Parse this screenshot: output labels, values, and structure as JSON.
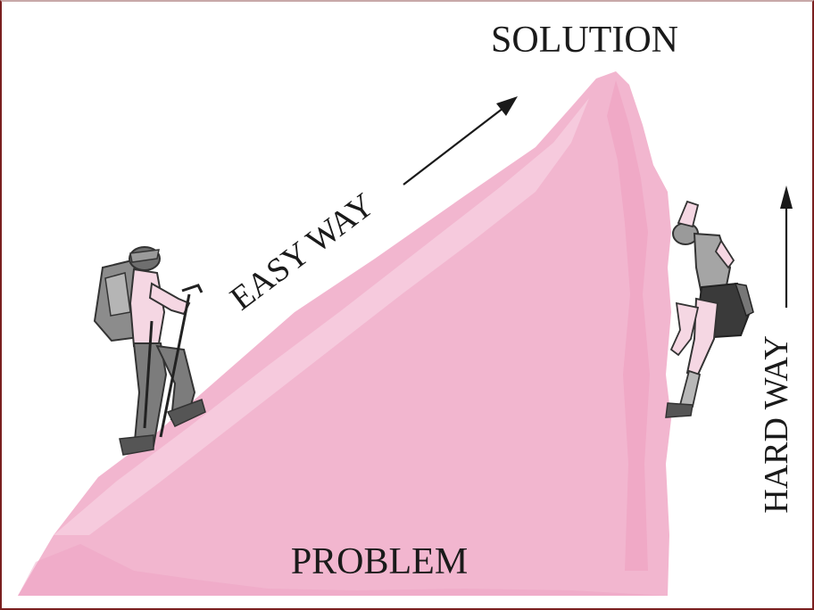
{
  "labels": {
    "solution": "SOLUTION",
    "easy_way": "EASY WAY",
    "hard_way": "HARD WAY",
    "problem": "PROBLEM"
  },
  "colors": {
    "mountain": "#f2b6cf",
    "mountain_light": "#f8d3e2",
    "frame": "#7a1f1f",
    "text": "#1a1a1a"
  },
  "figures": {
    "left": "hiker-with-backpack-and-trekking-poles",
    "right": "rock-climber-on-cliff"
  }
}
